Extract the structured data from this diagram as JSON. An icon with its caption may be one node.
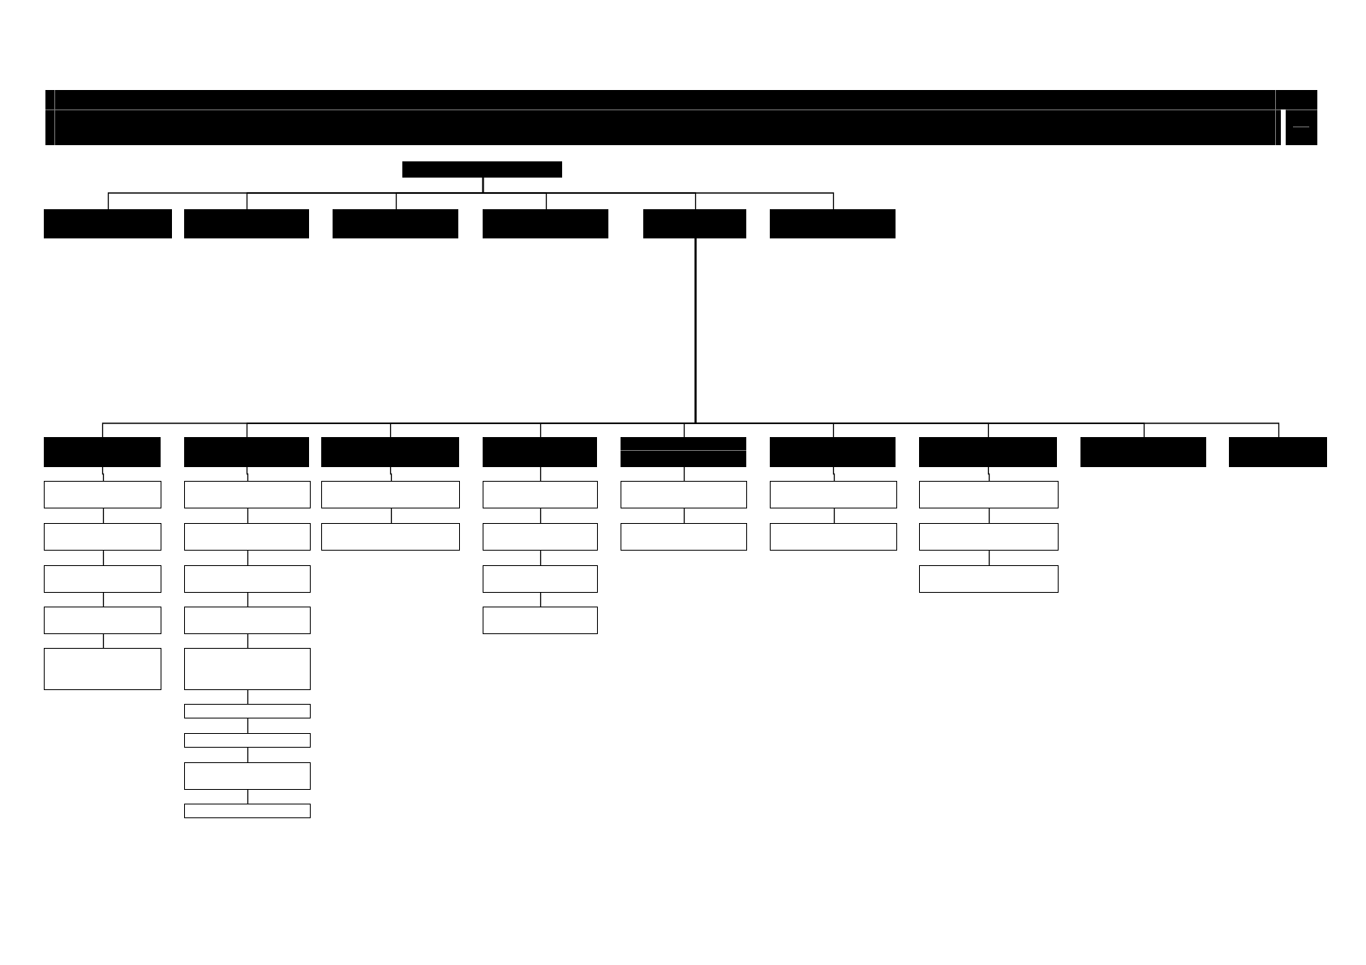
{
  "diagram": {
    "nodes": [
      {
        "text": [],
        "shape": "box"
      },
      {
        "text": [],
        "shape": "box"
      },
      {
        "text": [],
        "shape": "box"
      },
      {
        "text": [],
        "shape": "box"
      },
      {
        "text": [],
        "shape": "box"
      },
      {
        "text": [],
        "shape": "box"
      },
      {
        "text": [],
        "shape": "box"
      },
      {
        "text": [],
        "shape": "box"
      },
      {
        "text": [],
        "shape": "box"
      },
      {
        "text": [],
        "shape": "box"
      },
      {
        "text": [],
        "shape": "box"
      },
      {
        "text": [],
        "shape": "box"
      },
      {
        "text": [],
        "shape": "box"
      },
      {
        "text": [],
        "shape": "box"
      },
      {
        "text": [],
        "shape": "box"
      },
      {
        "text": [],
        "shape": "box"
      },
      {
        "text": [],
        "shape": "box"
      },
      {
        "text": [],
        "shape": "box"
      },
      {
        "text": [],
        "shape": "box"
      },
      {
        "text": [],
        "shape": "box"
      },
      {
        "text": [],
        "shape": "box"
      },
      {
        "text": [],
        "shape": "box"
      },
      {
        "text": [],
        "shape": "box"
      },
      {
        "text": [],
        "shape": "box"
      },
      {
        "text": [],
        "shape": "box"
      },
      {
        "text": [],
        "shape": "box"
      },
      {
        "text": [],
        "shape": "box"
      },
      {
        "text": [],
        "shape": "box"
      },
      {
        "text": [],
        "shape": "box"
      },
      {
        "text": [],
        "shape": "box"
      },
      {
        "text": [],
        "shape": "box"
      },
      {
        "text": [],
        "shape": "box"
      },
      {
        "text": [],
        "shape": "box"
      },
      {
        "text": [],
        "shape": "box"
      },
      {
        "text": [],
        "shape": "box"
      },
      {
        "text": [],
        "shape": "box"
      },
      {
        "text": [],
        "shape": "box"
      },
      {
        "text": [],
        "shape": "box"
      },
      {
        "text": [],
        "shape": "box"
      },
      {
        "text": [],
        "shape": "box"
      },
      {
        "text": [],
        "shape": "box"
      },
      {
        "text": [],
        "shape": "box"
      },
      {
        "text": [],
        "shape": "box"
      }
    ],
    "edges": [
      {
        "from": 0,
        "to": 1,
        "arrow": "none"
      },
      {
        "from": 0,
        "to": 2,
        "arrow": "none"
      },
      {
        "from": 0,
        "to": 3,
        "arrow": "none"
      },
      {
        "from": 0,
        "to": 4,
        "arrow": "none"
      },
      {
        "from": 0,
        "to": 5,
        "arrow": "none"
      },
      {
        "from": 0,
        "to": 6,
        "arrow": "none"
      },
      {
        "from": 5,
        "to": 7,
        "arrow": "none"
      },
      {
        "from": 5,
        "to": 8,
        "arrow": "none"
      },
      {
        "from": 5,
        "to": 9,
        "arrow": "none"
      },
      {
        "from": 5,
        "to": 10,
        "arrow": "none"
      },
      {
        "from": 5,
        "to": 11,
        "arrow": "none"
      },
      {
        "from": 5,
        "to": 12,
        "arrow": "none"
      },
      {
        "from": 5,
        "to": 13,
        "arrow": "none"
      },
      {
        "from": 5,
        "to": 14,
        "arrow": "none"
      },
      {
        "from": 5,
        "to": 15,
        "arrow": "none"
      },
      {
        "from": 7,
        "to": 16,
        "arrow": "none"
      },
      {
        "from": 16,
        "to": 17,
        "arrow": "none"
      },
      {
        "from": 17,
        "to": 18,
        "arrow": "none"
      },
      {
        "from": 18,
        "to": 19,
        "arrow": "none"
      },
      {
        "from": 19,
        "to": 20,
        "arrow": "none"
      },
      {
        "from": 8,
        "to": 21,
        "arrow": "none"
      },
      {
        "from": 21,
        "to": 22,
        "arrow": "none"
      },
      {
        "from": 22,
        "to": 23,
        "arrow": "none"
      },
      {
        "from": 23,
        "to": 24,
        "arrow": "none"
      },
      {
        "from": 24,
        "to": 25,
        "arrow": "none"
      },
      {
        "from": 25,
        "to": 26,
        "arrow": "none"
      },
      {
        "from": 26,
        "to": 27,
        "arrow": "none"
      },
      {
        "from": 27,
        "to": 28,
        "arrow": "none"
      },
      {
        "from": 28,
        "to": 29,
        "arrow": "none"
      },
      {
        "from": 9,
        "to": 30,
        "arrow": "none"
      },
      {
        "from": 30,
        "to": 31,
        "arrow": "none"
      },
      {
        "from": 10,
        "to": 32,
        "arrow": "none"
      },
      {
        "from": 32,
        "to": 33,
        "arrow": "none"
      },
      {
        "from": 33,
        "to": 34,
        "arrow": "none"
      },
      {
        "from": 34,
        "to": 35,
        "arrow": "none"
      },
      {
        "from": 11,
        "to": 36,
        "arrow": "none"
      },
      {
        "from": 36,
        "to": 37,
        "arrow": "none"
      },
      {
        "from": 12,
        "to": 38,
        "arrow": "none"
      },
      {
        "from": 38,
        "to": 39,
        "arrow": "none"
      },
      {
        "from": 13,
        "to": 40,
        "arrow": "none"
      },
      {
        "from": 40,
        "to": 41,
        "arrow": "none"
      },
      {
        "from": 41,
        "to": 42,
        "arrow": "none"
      }
    ]
  }
}
